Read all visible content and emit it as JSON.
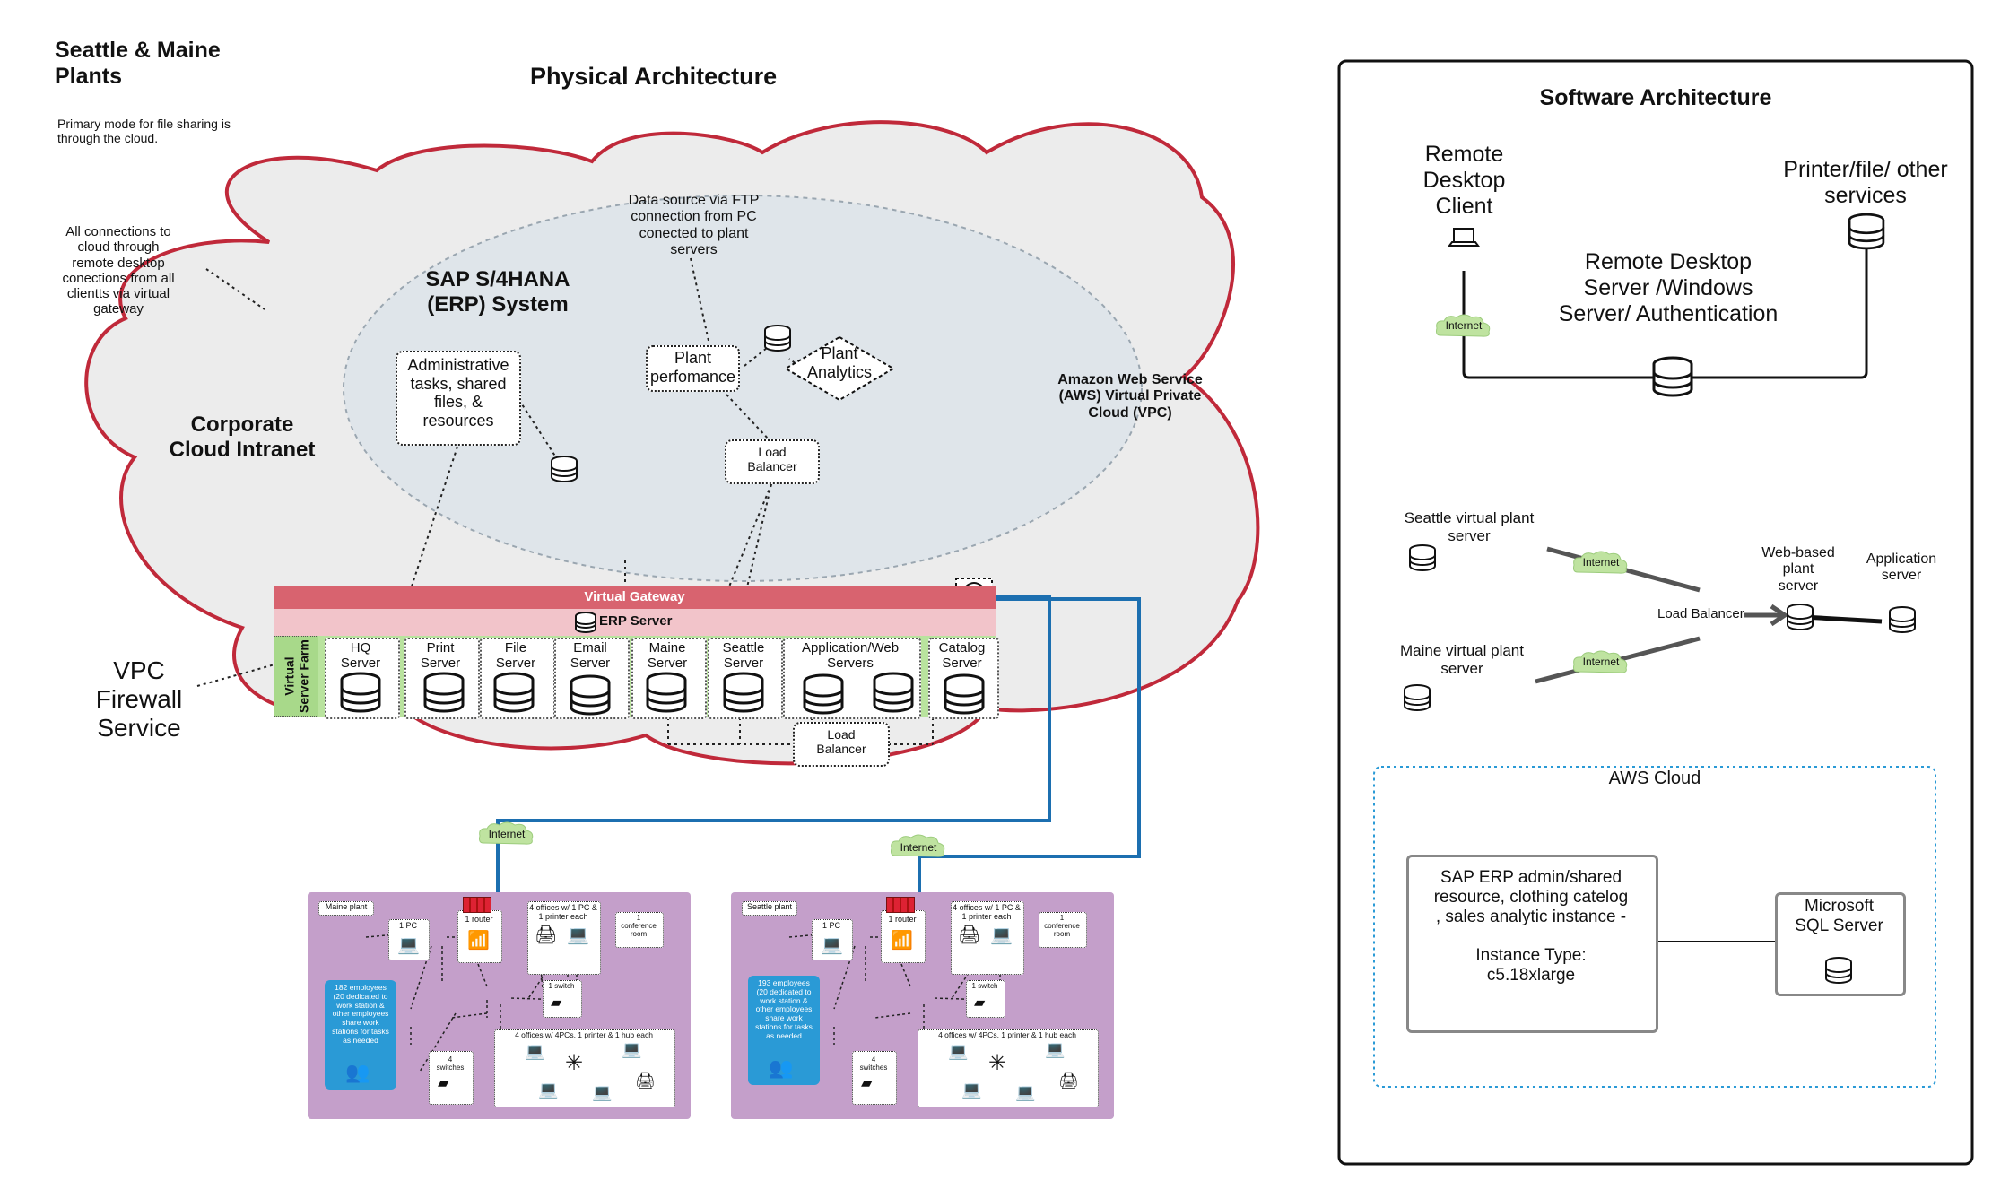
{
  "header": {
    "plants_title": "Seattle & Maine\nPlants",
    "plants_note": "Primary mode for file sharing is\nthrough the cloud.",
    "physical_title": "Physical Architecture",
    "connections_note": "All connections to\ncloud  through\nremote desktop\nconections from all\nclientts via virtual\ngateway"
  },
  "cloud": {
    "corporate_label": "Corporate\nCloud Intranet",
    "aws_label": "Amazon Web Service\n(AWS) Virtual Private\nCloud (VPC)",
    "sap_title": "SAP S/4HANA\n(ERP) System",
    "ftp_note": "Data source via FTP\nconnection from PC\nconected to plant\nservers",
    "admin_box": "Administrative\ntasks, shared\nfiles, &\nresources",
    "plant_perf": "Plant\nperfomance",
    "plant_analytics": "Plant\nAnalytics",
    "load_balancer_top": "Load\nBalancer",
    "virtual_gateway": "Virtual Gateway",
    "erp_server": "ERP Server",
    "virtual_server_farm": "Virtual\nServer Farm",
    "servers": [
      "HQ\nServer",
      "Print\nServer",
      "File\nServer",
      "Email\nServer",
      "Maine\nServer",
      "Seattle\nServer",
      "Application/Web\nServers",
      "Catalog\nServer"
    ],
    "load_balancer_bottom": "Load\nBalancer",
    "vpc_firewall": "VPC\nFirewall\nService"
  },
  "internet_labels": [
    "Internet",
    "Internet"
  ],
  "plants": [
    {
      "name": "Maine plant",
      "pc": "1 PC",
      "router": "1 router",
      "offices_top": "4 offices w/ 1 PC &\n1 printer each",
      "conference": "1\nconference\nroom",
      "switch": "1 switch",
      "employees": "182 employees\n(20 dedicated to\nwork station &\nother employees\nshare work\nstations for tasks\nas needed",
      "switches": "4\nswitches",
      "offices_bottom": "4 offices w/ 4PCs, 1 printer & 1 hub each"
    },
    {
      "name": "Seattle plant",
      "pc": "1 PC",
      "router": "1 router",
      "offices_top": "4 offices w/ 1 PC &\n1 printer each",
      "conference": "1\nconference\nroom",
      "switch": "1 switch",
      "employees": "193 employees\n(20 dedicated to\nwork station &\nother employees\nshare work\nstations for tasks\nas needed",
      "switches": "4\nswitches",
      "offices_bottom": "4 offices w/ 4PCs, 1 printer & 1 hub each"
    }
  ],
  "software": {
    "title": "Software Architecture",
    "remote_client": "Remote\nDesktop\nClient",
    "printer_services": "Printer/file/ other\nservices",
    "remote_server": "Remote Desktop\nServer /Windows\nServer/ Authentication",
    "internet_label": "Internet",
    "seattle_vps": "Seattle virtual plant\nserver",
    "maine_vps": "Maine virtual plant\nserver",
    "internet_a": "Internet",
    "internet_b": "Internet",
    "load_balancer": "Load Balancer",
    "web_server": "Web-based\nplant\nserver",
    "app_server": "Application\nserver",
    "aws_cloud": "AWS Cloud",
    "sap_instance": "SAP ERP admin/shared\nresource,  clothing catelog\n, sales analytic instance -\n\nInstance Type:\nc5.18xlarge",
    "sql_server": "Microsoft\nSQL Server"
  },
  "colors": {
    "cloud_outline": "#c0293a",
    "cloud_fill": "#ececec",
    "inner_ellipse": "#dfe5ea",
    "gateway_bar": "#d8636f",
    "erp_bar": "#f2c4ca",
    "farm_green": "#a8d98a",
    "blue_link": "#1c6fb0",
    "plant_purple": "#c49fca",
    "internet_green": "#bfe3a0"
  },
  "icons": [
    "database-icon",
    "laptop-icon",
    "router-icon",
    "firewall-icon",
    "printer-icon",
    "switch-icon",
    "hub-icon",
    "people-icon",
    "internet-cloud-icon"
  ]
}
